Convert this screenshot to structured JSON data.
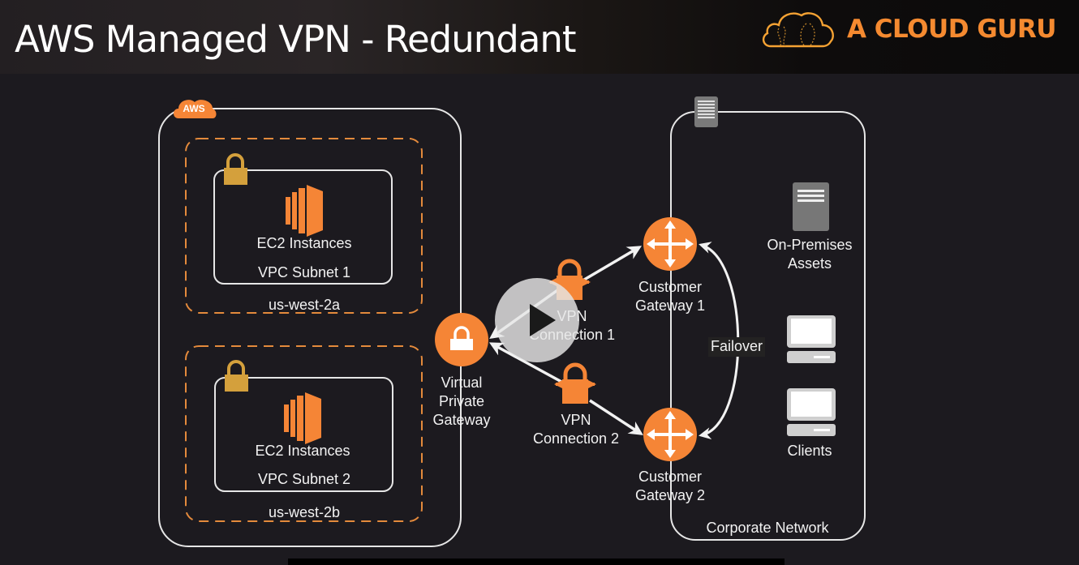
{
  "header": {
    "title": "AWS Managed VPN - Redundant",
    "brand": "A CLOUD GURU",
    "brand_color": "#f58a30"
  },
  "aws_cloud": {
    "badge": "AWS",
    "subnets": [
      {
        "az": "us-west-2a",
        "icon": "ec2-icon",
        "service": "EC2 Instances",
        "subnet": "VPC Subnet 1"
      },
      {
        "az": "us-west-2b",
        "icon": "ec2-icon",
        "service": "EC2 Instances",
        "subnet": "VPC Subnet 2"
      }
    ],
    "vgw": {
      "label_lines": [
        "Virtual",
        "Private",
        "Gateway"
      ],
      "icon": "lock-icon"
    }
  },
  "vpn_connections": [
    {
      "label_lines": [
        "VPN",
        "Connection 1"
      ],
      "icon": "vpn-connection-icon"
    },
    {
      "label_lines": [
        "VPN",
        "Connection 2"
      ],
      "icon": "vpn-connection-icon"
    }
  ],
  "corporate": {
    "label": "Corporate Network",
    "icon": "building-icon",
    "customer_gateways": [
      {
        "label_lines": [
          "Customer",
          "Gateway 1"
        ],
        "icon": "router-icon"
      },
      {
        "label_lines": [
          "Customer",
          "Gateway 2"
        ],
        "icon": "router-icon"
      }
    ],
    "failover": "Failover",
    "assets": {
      "label_lines": [
        "On-Premises",
        "Assets"
      ],
      "icon": "server-icon"
    },
    "clients": {
      "label": "Clients",
      "icon": "client-computer-icon"
    }
  },
  "colors": {
    "orange": "#f58536",
    "lock_gold": "#d4a03c",
    "background": "#1c1a1f",
    "stroke": "#e8e8e8"
  },
  "video": {
    "play_icon": "play-icon"
  }
}
